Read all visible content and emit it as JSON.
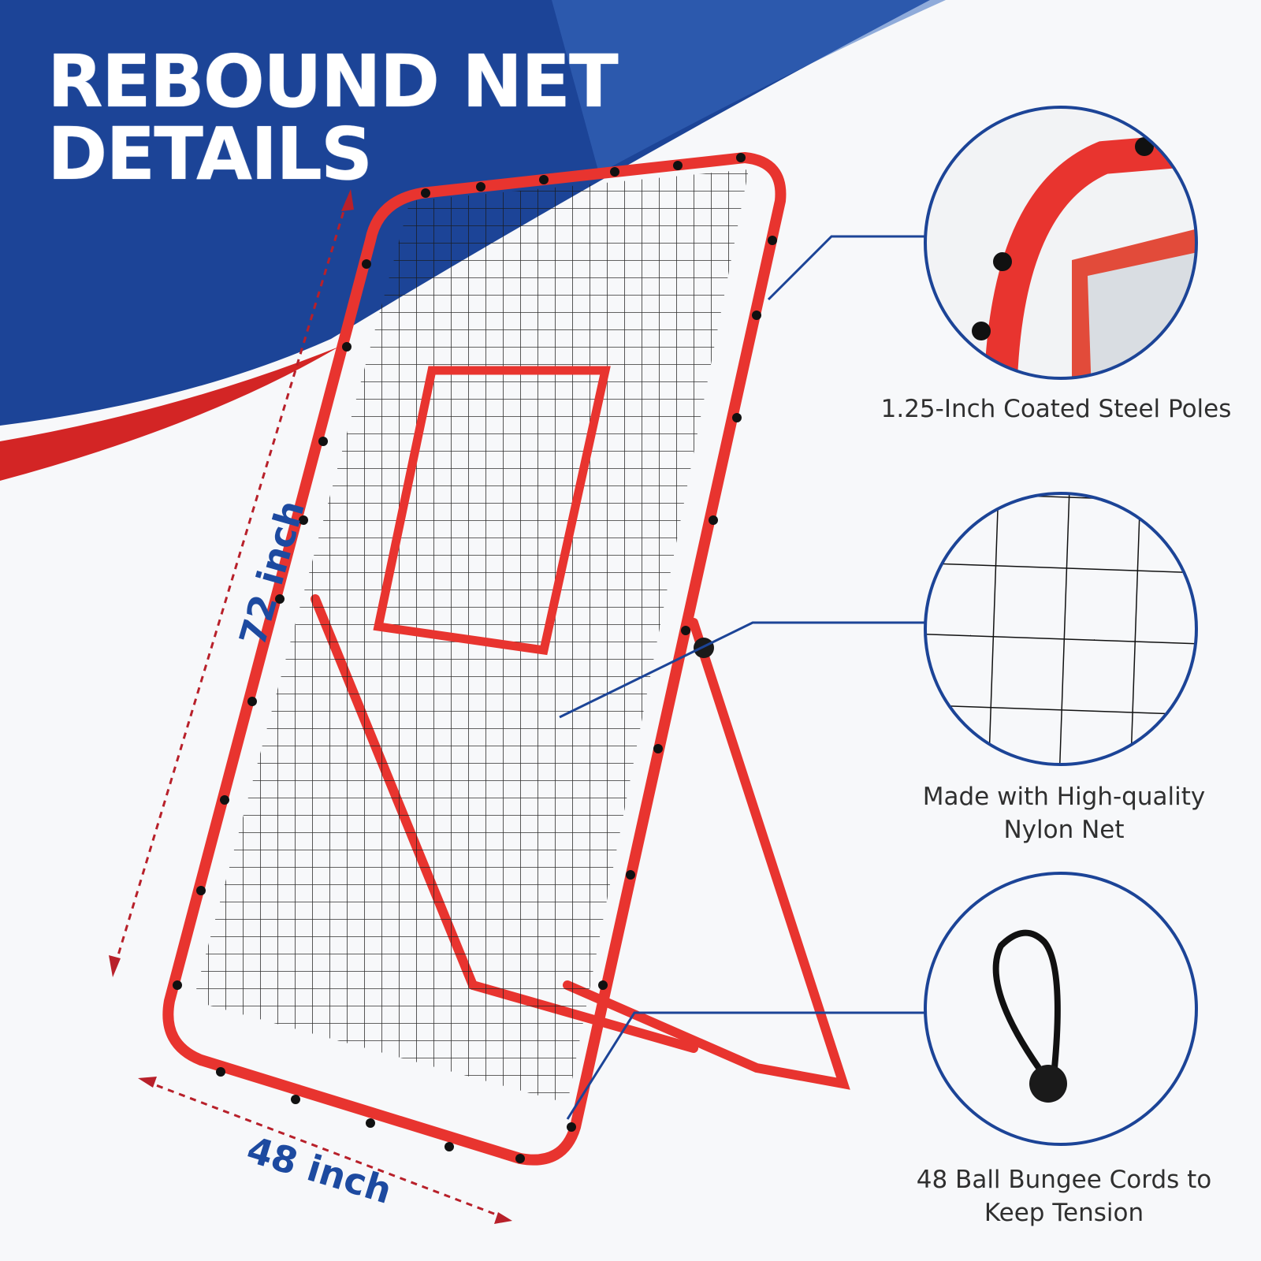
{
  "title": {
    "line1": "REBOUND NET",
    "line2": "DETAILS"
  },
  "dimensions": {
    "height_label": "72 inch",
    "width_label": "48 inch"
  },
  "callouts": [
    {
      "icon": "steel-pole-closeup",
      "label": "1.25-Inch Coated Steel Poles"
    },
    {
      "icon": "nylon-net-closeup",
      "label_line1": "Made with High-quality",
      "label_line2": "Nylon Net"
    },
    {
      "icon": "ball-bungee-cord",
      "label_line1": "48 Ball Bungee Cords to",
      "label_line2": "Keep Tension"
    }
  ],
  "colors": {
    "brand_blue": "#1c4497",
    "accent_red": "#d32525",
    "frame_red": "#e8342f",
    "net_black": "#1a1a1a",
    "background": "#f7f8fa"
  }
}
